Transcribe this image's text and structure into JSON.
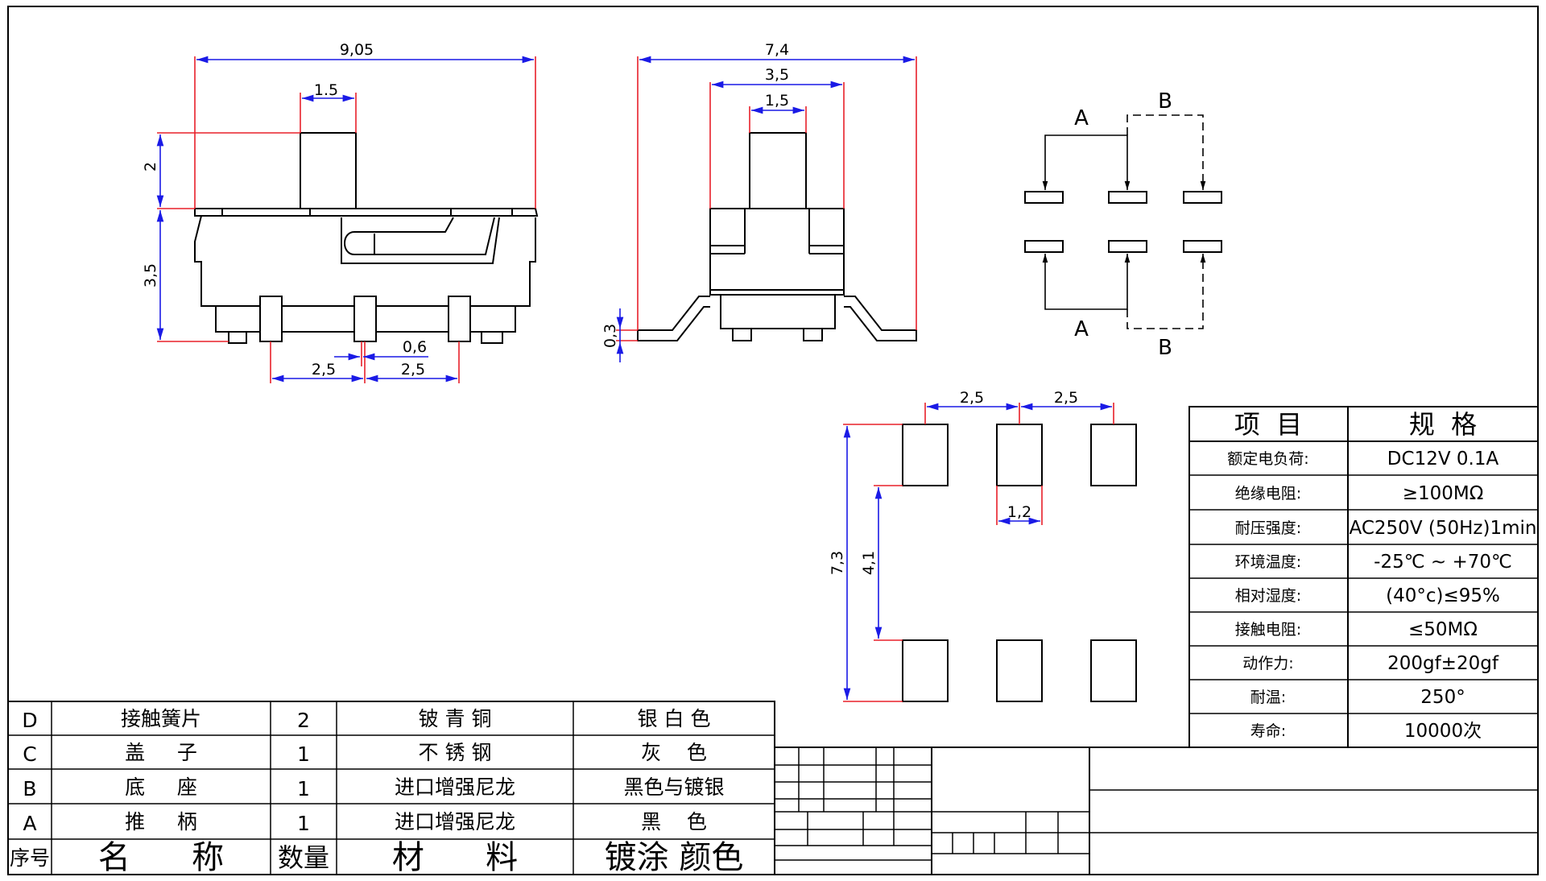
{
  "dimensions": {
    "side_width": "9,05",
    "side_actuator_width": "1.5",
    "side_actuator_height": "2",
    "side_body_height": "3,5",
    "side_pitch_left": "2,5",
    "side_pitch_right": "2,5",
    "side_pin_width": "0,6",
    "front_width": "7,4",
    "front_body_width": "3,5",
    "front_actuator_width": "1,5",
    "front_lead_thickness": "0,3",
    "pad_pitch_left": "2,5",
    "pad_pitch_right": "2,5",
    "pad_width": "1,2",
    "pad_span": "7,3",
    "pad_gap": "4,1"
  },
  "schematic": {
    "top_a": "A",
    "top_b": "B",
    "bottom_a": "A",
    "bottom_b": "B"
  },
  "spec_table": {
    "header_item": "项  目",
    "header_spec": "规  格",
    "rows": [
      {
        "label": "额定电负荷:",
        "value": "DC12V 0.1A"
      },
      {
        "label": "绝缘电阻:",
        "value": "≥100MΩ"
      },
      {
        "label": "耐压强度:",
        "value": "AC250V (50Hz)1min"
      },
      {
        "label": "环境温度:",
        "value": "-25℃ ~ +70℃"
      },
      {
        "label": "相对湿度:",
        "value": "(40°c)≤95%"
      },
      {
        "label": "接触电阻:",
        "value": "≤50MΩ"
      },
      {
        "label": "动作力:",
        "value": "200gf±20gf"
      },
      {
        "label": "耐温:",
        "value": "250°"
      },
      {
        "label": "寿命:",
        "value": "10000次"
      }
    ]
  },
  "bom": {
    "rows": [
      {
        "no": "D",
        "name": "接触簧片",
        "qty": "2",
        "material": "铍 青 铜",
        "finish": "银 白 色"
      },
      {
        "no": "C",
        "name": "盖     子",
        "qty": "1",
        "material": "不 锈 钢",
        "finish": "灰    色"
      },
      {
        "no": "B",
        "name": "底     座",
        "qty": "1",
        "material": "进口增强尼龙",
        "finish": "黑色与镀银"
      },
      {
        "no": "A",
        "name": "推     柄",
        "qty": "1",
        "material": "进口增强尼龙",
        "finish": "黑    色"
      }
    ],
    "header": {
      "no": "序号",
      "name": "名      称",
      "qty": "数量",
      "material": "材      料",
      "finish": "镀涂 颜色"
    }
  }
}
